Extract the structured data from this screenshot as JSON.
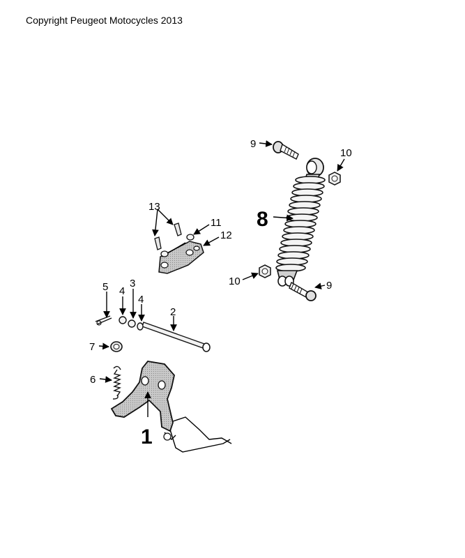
{
  "copyright": "Copyright Peugeot Motocycles 2013",
  "callouts": {
    "c1": "1",
    "c2": "2",
    "c3": "3",
    "c4a": "4",
    "c4b": "4",
    "c5": "5",
    "c6": "6",
    "c7": "7",
    "c8": "8",
    "c9a": "9",
    "c9b": "9",
    "c10a": "10",
    "c10b": "10",
    "c11": "11",
    "c12": "12",
    "c13": "13"
  }
}
